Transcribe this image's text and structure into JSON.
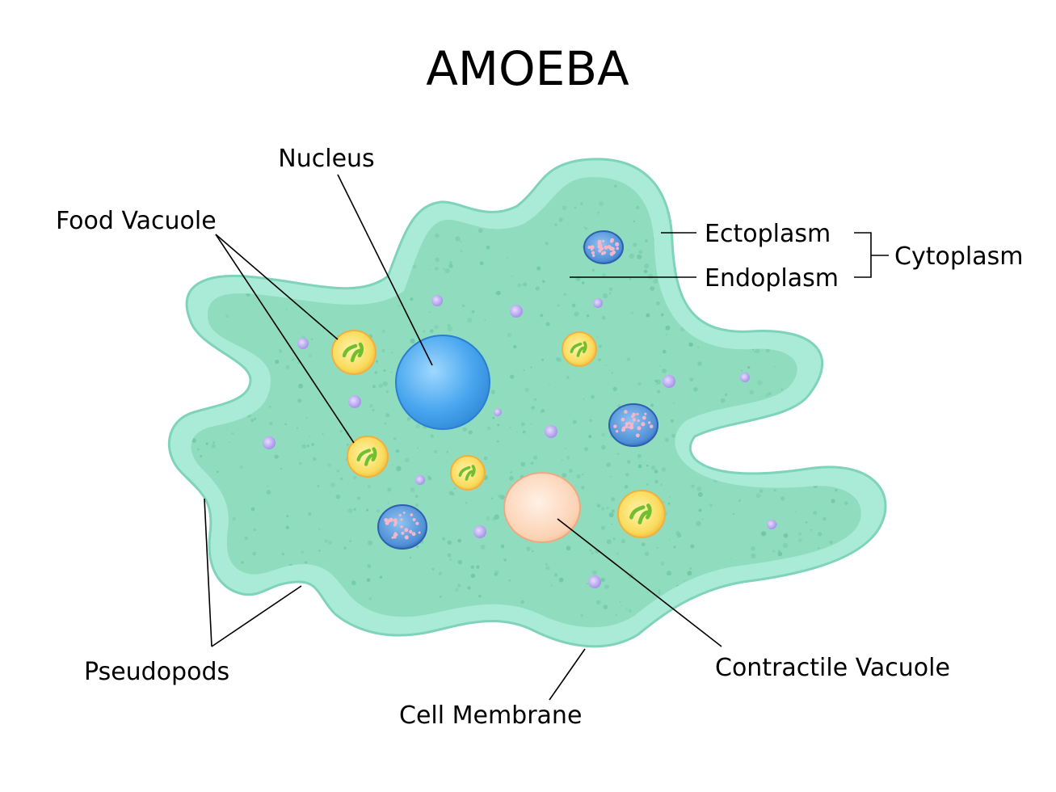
{
  "title": "AMOEBA",
  "labels": {
    "nucleus": "Nucleus",
    "food_vacuole": "Food Vacuole",
    "ectoplasm": "Ectoplasm",
    "endoplasm": "Endoplasm",
    "cytoplasm": "Cytoplasm",
    "pseudopods": "Pseudopods",
    "cell_membrane": "Cell Membrane",
    "contractile_vacuole": "Contractile Vacuole"
  },
  "colors": {
    "membrane": "#a8ead5",
    "membrane_edge": "#7fd6bd",
    "endoplasm": "#8fdcc0",
    "granule": "#6fbfa3",
    "nucleus": "#3f9fe8",
    "food_vacuole": "#f7d24a",
    "food_particle": "#7cc242",
    "contractile_vacuole": "#fcd3b5",
    "storage_granule": "#4f8fd6",
    "dot": "#b9a6ef"
  }
}
